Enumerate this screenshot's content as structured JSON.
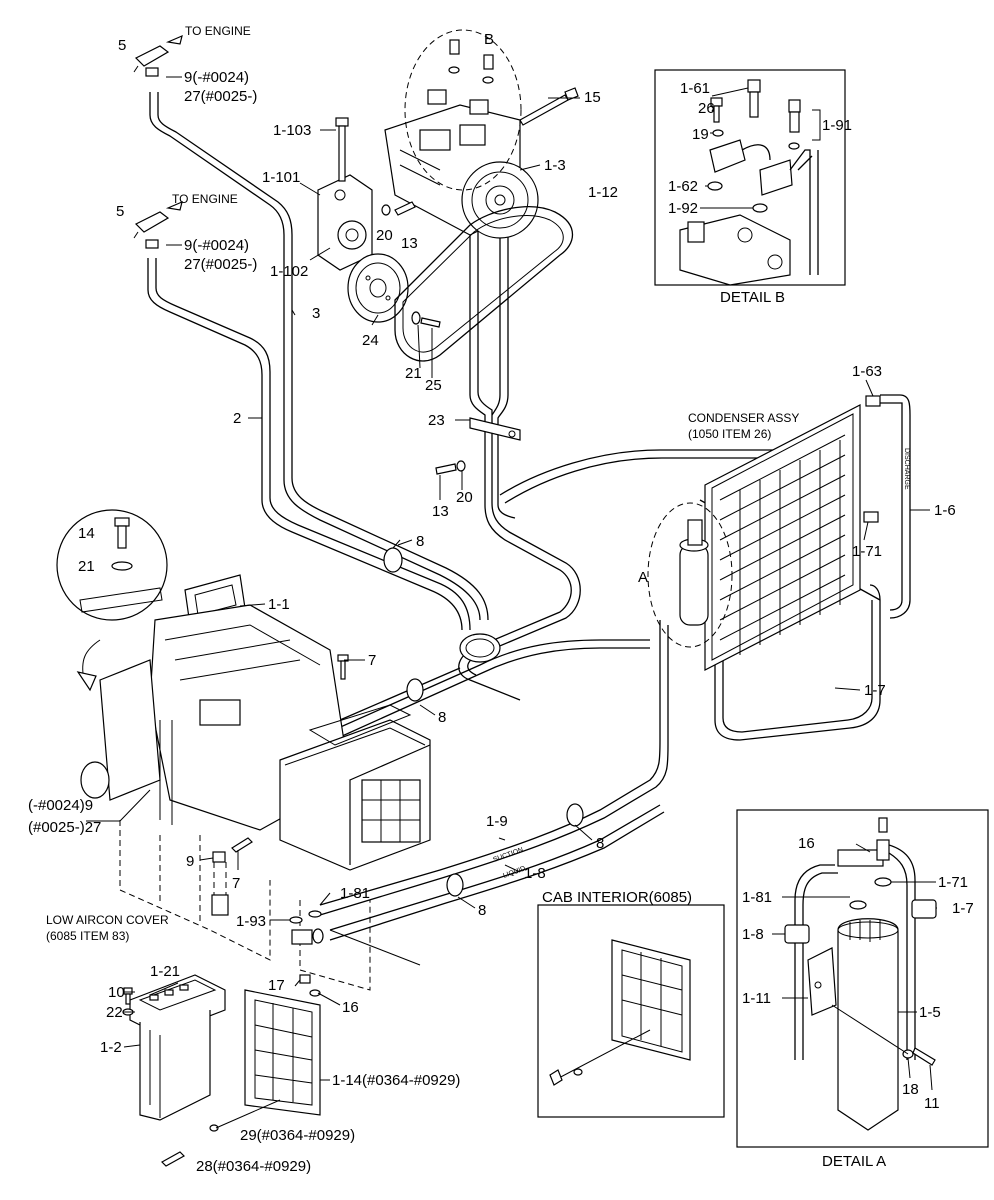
{
  "labels": {
    "to_engine_1": "TO ENGINE",
    "to_engine_2": "TO ENGINE",
    "detail_b_marker": "B",
    "detail_a_marker": "A",
    "p5a": "5",
    "p9_27a_l1": "9(-#0024)",
    "p9_27a_l2": "27(#0025-)",
    "p5b": "5",
    "p9_27b_l1": "9(-#0024)",
    "p9_27b_l2": "27(#0025-)",
    "p1_103": "1-103",
    "p1_101": "1-101",
    "p1_102": "1-102",
    "p1_3": "1-3",
    "p1_12": "1-12",
    "p15": "15",
    "p20a": "20",
    "p13a": "13",
    "p3": "3",
    "p2": "2",
    "p24": "24",
    "p21a": "21",
    "p25": "25",
    "p23": "23",
    "p13b": "13",
    "p20b": "20",
    "p8a": "8",
    "p8b": "8",
    "p8c": "8",
    "p8d": "8",
    "p14": "14",
    "p21b": "21",
    "p1_1": "1-1",
    "p7a": "7",
    "p7b": "7",
    "p9c": "9",
    "p9_27c_l1": "(-#0024)9",
    "p9_27c_l2": "(#0025-)27",
    "p1_63": "1-63",
    "p1_6": "1-6",
    "p1_71": "1-71",
    "p1_7": "1-7",
    "p1_9": "1-9",
    "p1_8": "1-8",
    "p1_81": "1-81",
    "p1_93": "1-93",
    "p17": "17",
    "p16": "16",
    "p10": "10",
    "p22": "22",
    "p1_21": "1-21",
    "p1_2": "1-2",
    "p1_14": "1-14(#0364-#0929)",
    "p29": "29(#0364-#0929)",
    "p28": "28(#0364-#0929)",
    "condenser_l1": "CONDENSER ASSY",
    "condenser_l2": "(1050 ITEM 26)",
    "low_cover_l1": "LOW AIRCON COVER",
    "low_cover_l2": "(6085 ITEM 83)",
    "cab_interior": "CAB INTERIOR(6085)",
    "detail_b_title": "DETAIL B",
    "db_1_61": "1-61",
    "db_26": "26",
    "db_19": "19",
    "db_1_62": "1-62",
    "db_1_92": "1-92",
    "db_1_91": "1-91",
    "detail_a_title": "DETAIL A",
    "da_16": "16",
    "da_1_81": "1-81",
    "da_1_71": "1-71",
    "da_1_8": "1-8",
    "da_1_7": "1-7",
    "da_1_11": "1-11",
    "da_1_5": "1-5",
    "da_18": "18",
    "da_11": "11",
    "hose_suction": "SUCTION",
    "hose_liquid": "LIQUID",
    "hose_discharge": "DISCHARGE"
  }
}
